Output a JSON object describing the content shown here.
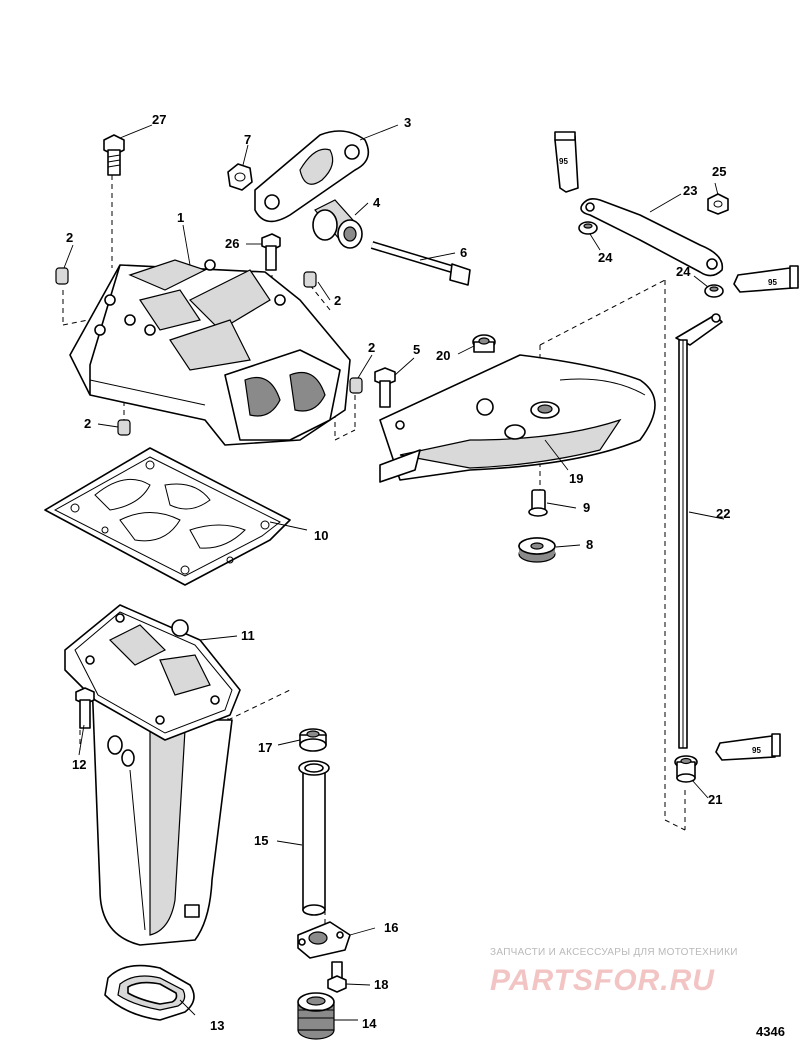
{
  "diagram": {
    "part_labels": {
      "p1": "1",
      "p2a": "2",
      "p2b": "2",
      "p2c": "2",
      "p2d": "2",
      "p3": "3",
      "p4": "4",
      "p5": "5",
      "p6": "6",
      "p7": "7",
      "p8": "8",
      "p9": "9",
      "p10": "10",
      "p11": "11",
      "p12": "12",
      "p13": "13",
      "p14": "14",
      "p15": "15",
      "p16": "16",
      "p17": "17",
      "p18": "18",
      "p19": "19",
      "p20": "20",
      "p21": "21",
      "p22": "22",
      "p23": "23",
      "p24a": "24",
      "p24b": "24",
      "p25": "25",
      "p26": "26",
      "p27": "27"
    },
    "lubricant_tubes": [
      "95",
      "95",
      "95"
    ],
    "figure_number": "4346"
  },
  "watermark": {
    "line1": "ЗАПЧАСТИ И АКСЕССУАРЫ ДЛЯ МОТОТЕХНИКИ",
    "logo": "PARTSFOR.RU",
    "color": "#e07070"
  }
}
